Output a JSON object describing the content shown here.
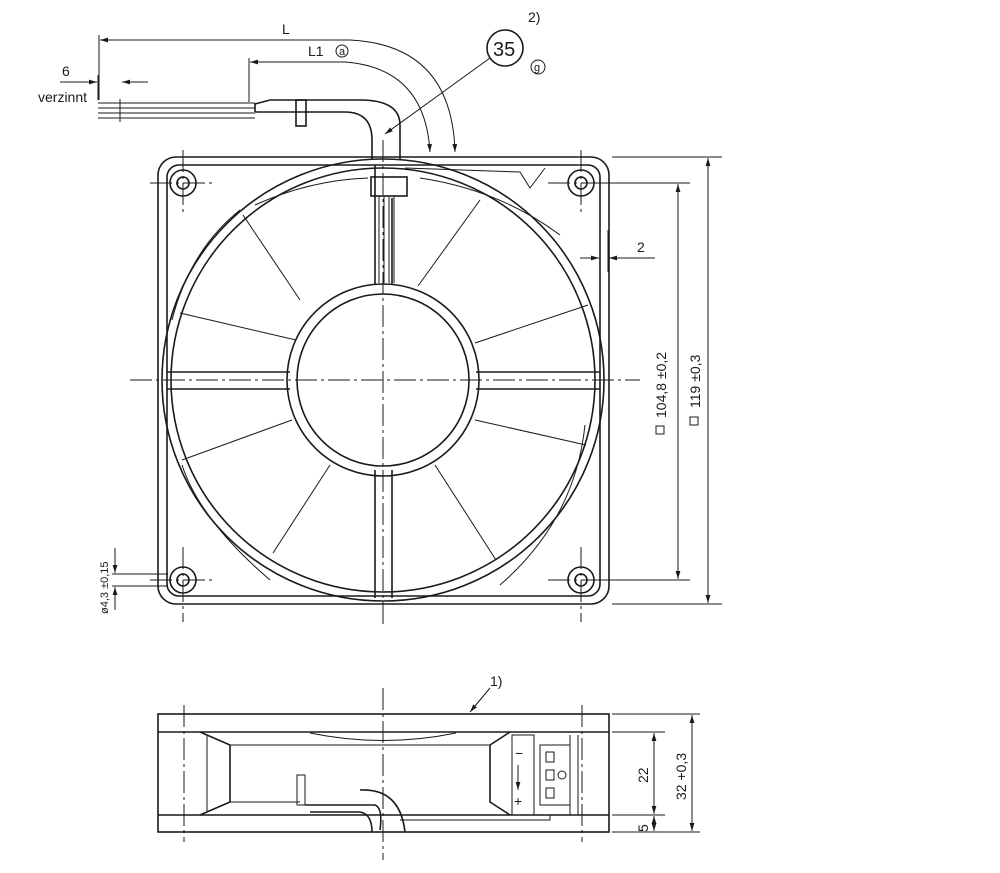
{
  "labels": {
    "length_total": "L",
    "length_l1": "L1",
    "circle_a": "a",
    "note_2": "2)",
    "balloon_35": "35",
    "circle_g": "g",
    "strip_len": "6",
    "strip_note": "verzinnt",
    "flange_gap": "2",
    "hole_spacing": "104,8 ±0,2",
    "frame_size": "119 ±0,3",
    "hole_dia": "ø4,3 ±0,15",
    "note_1": "1)",
    "height_22": "22",
    "height_5": "5",
    "height_total": "32 +0,3",
    "pol_minus": "−",
    "pol_plus": "+"
  },
  "colors": {
    "line": "#1a1a1a",
    "background": "#ffffff"
  }
}
